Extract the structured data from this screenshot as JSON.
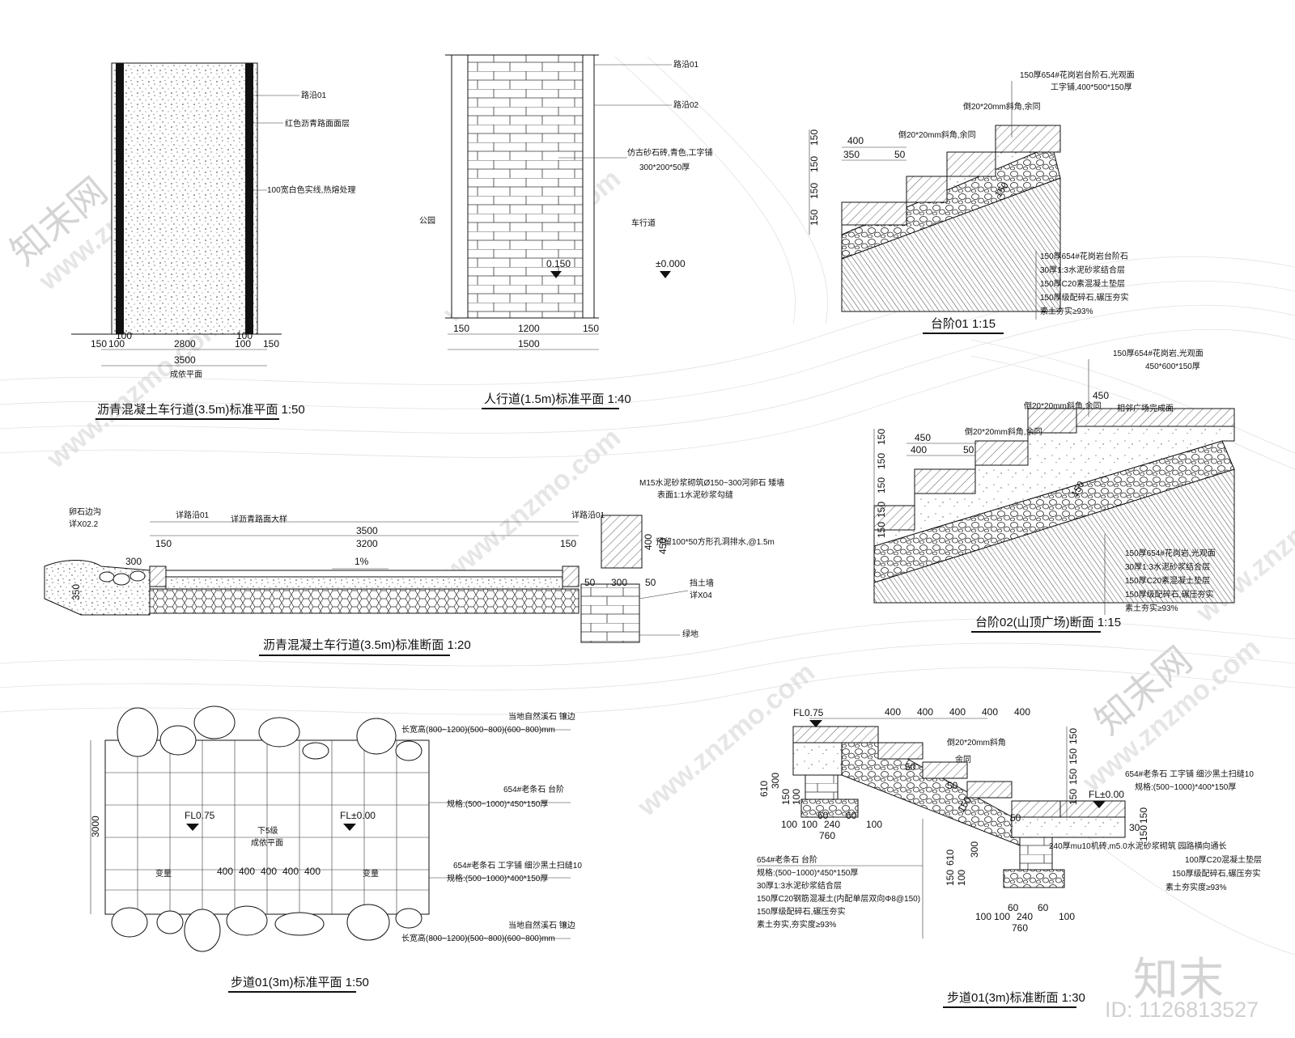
{
  "p1": {
    "title": "沥青混凝土车行道(3.5m)标准平面  1:50",
    "lbl_road": "路沿01",
    "lbl_red": "红色沥青路面面层",
    "lbl_white": "100宽白色实线,热熔处理",
    "d150a": "150",
    "d100a": "100",
    "d100b": "100",
    "d2800": "2800",
    "d100c": "100",
    "d100d": "100",
    "d150b": "150",
    "d3500": "3500",
    "sub": "成依平面"
  },
  "p2": {
    "title": "人行道(1.5m)标准平面  1:40",
    "lbl_r1": "路沿01",
    "lbl_r2": "路沿02",
    "lbl_brick": "仿古砂石砖,青色,工字铺",
    "lbl_brick_size": "300*200*50厚",
    "lbl_park": "公园",
    "lbl_lane": "车行道",
    "e1": "0.150",
    "e2": "±0.000",
    "d150a": "150",
    "d1200": "1200",
    "d150b": "150",
    "d1500": "1500"
  },
  "p3": {
    "title": "台阶01  1:15",
    "top1": "150厚654#花岗岩台阶石,光观面",
    "top2": "工字铺,400*500*150厚",
    "cham1": "倒20*20mm斜角,余同",
    "cham2": "倒20*20mm斜角,余同",
    "d400": "400",
    "d350": "350",
    "d50": "50",
    "v1": "150",
    "v2": "150",
    "v3": "150",
    "v4": "150",
    "slope": "150",
    "l1": "150厚654#花岗岩台阶石",
    "l2": "30厚1:3水泥砂浆结合层",
    "l3": "150厚C20素混凝土垫层",
    "l4": "150厚级配碎石,碾压夯实",
    "l5": "素土夯实≥93%"
  },
  "p4": {
    "title": "台阶02(山顶广场)断面  1:15",
    "top1": "150厚654#花岗岩,光观面",
    "top2": "450*600*150厚",
    "d450top": "450",
    "cham1": "倒20*20mm斜角,余同",
    "cham2": "倒20*20mm斜角,余同",
    "plaza": "相邻广场完成面",
    "d450": "450",
    "d400": "400",
    "d50": "50",
    "v1": "150",
    "v2": "150",
    "v3": "150",
    "v4": "150",
    "v5": "150",
    "slope": "150",
    "l1": "150厚654#花岗岩,光观面",
    "l2": "30厚1:3水泥砂浆结合层",
    "l3": "150厚C20素混凝土垫层",
    "l4": "150厚级配碎石,碾压夯实",
    "l5": "素土夯实≥93%"
  },
  "p5": {
    "title": "沥青混凝土车行道(3.5m)标准断面  1:20",
    "ditch1": "卵石边沟",
    "ditch2": "详X02.2",
    "kerb_l": "详路沿01",
    "asph": "详沥青路面大样",
    "kerb_r": "详路沿01",
    "wall1": "M15水泥砂浆砌筑Ø150~300河卵石  矮墙",
    "wall2": "表面1:1水泥砂浆勾缝",
    "drain": "预留100*50方形孔洞排水,@1.5m",
    "retain1": "挡土墙",
    "retain2": "详X04",
    "green": "绿地",
    "d3500": "3500",
    "d3200": "3200",
    "d150a": "150",
    "d150b": "150",
    "d300": "300",
    "slope": "1%",
    "d350": "350",
    "d400": "400",
    "d450": "450",
    "b50a": "50",
    "b300": "300",
    "b50b": "50"
  },
  "p6": {
    "title": "步道01(3m)标准平面  1:50",
    "a1": "当地自然溪石  镶边",
    "a2": "长宽高(800~1200)(500~800)(600~800)mm",
    "a3": "654#老条石  台阶",
    "a4": "规格:(500~1000)*450*150厚",
    "a5": "654#老条石  工字铺   细沙黑土扫缝10",
    "a6": "规格:(500~1000)*400*150厚",
    "a7": "当地自然溪石  镶边",
    "a8": "长宽高(800~1200)(500~800)(600~800)mm",
    "fl1": "FL0.75",
    "fl2": "FL±0.00",
    "down": "下5级",
    "sub": "成依平面",
    "h3000": "3000",
    "var1": "变量",
    "var2": "变量",
    "s1": "400",
    "s2": "400",
    "s3": "400",
    "s4": "400",
    "s5": "400"
  },
  "p7": {
    "title": "步道01(3m)标准断面  1:30",
    "fl1": "FL0.75",
    "fl2": "FL±0.00",
    "t1": "400",
    "t2": "400",
    "t3": "400",
    "t4": "400",
    "t5": "400",
    "cham": "倒20*20mm斜角",
    "same": "余同",
    "r1": "150",
    "r2": "150",
    "r3": "150",
    "r4": "150",
    "r5": "150",
    "r6": "150",
    "r7": "30",
    "d50a": "50",
    "d50b": "50",
    "d50c": "50",
    "d150s": "150",
    "la1": "654#老条石  工字铺   细沙黑土扫缝10",
    "la2": "规格:(500~1000)*400*150厚",
    "lb1": "240厚mu10机砖,m5.0水泥砂浆砌筑  园路横向通长",
    "lb2": "100厚C20混凝土垫层",
    "lb3": "150厚级配碎石,碾压夯实",
    "lb4": "素土夯实度≥93%",
    "lc1": "654#老条石  台阶",
    "lc2": "规格:(500~1000)*450*150厚",
    "lc3": "30厚1:3水泥砂浆结合层",
    "lc4": "150厚C20钢筋混凝土(内配单层双向Φ8@150)",
    "lc5": "150厚级配碎石,碾压夯实",
    "lc6": "素土夯实,夯实度≥93%",
    "f610a": "610",
    "f300a": "300",
    "f150a": "150",
    "f100a": "100",
    "f610b": "610",
    "f300b": "300",
    "f150b": "150",
    "f100b": "100",
    "fb1": "100",
    "fb2": "100",
    "fb3": "240",
    "fb4": "60",
    "fb5": "100",
    "fb6": "60",
    "fb7": "760",
    "fc1": "100",
    "fc2": "100",
    "fc3": "240",
    "fc4": "60",
    "fc5": "100",
    "fc6": "60",
    "fc7": "760"
  },
  "watermark": {
    "site": "www.znzmo.com",
    "brand": "知末网",
    "logo": "知末",
    "id": "ID: 1126813527"
  }
}
